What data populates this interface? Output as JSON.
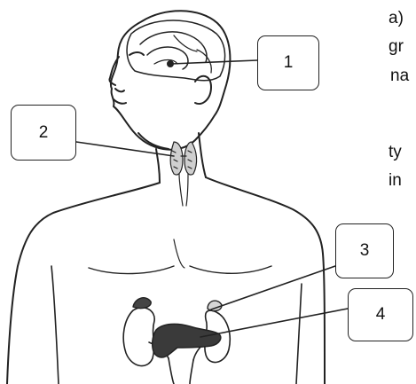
{
  "labels": {
    "pituitary": "1",
    "thyroid": "2",
    "adrenal": "3",
    "pancreas": "4"
  },
  "side_text": {
    "line1": "a)",
    "line2": "gr",
    "line3": "na",
    "line4": "ty",
    "line5": "in"
  },
  "colors": {
    "ink": "#222222",
    "background": "#ffffff"
  }
}
